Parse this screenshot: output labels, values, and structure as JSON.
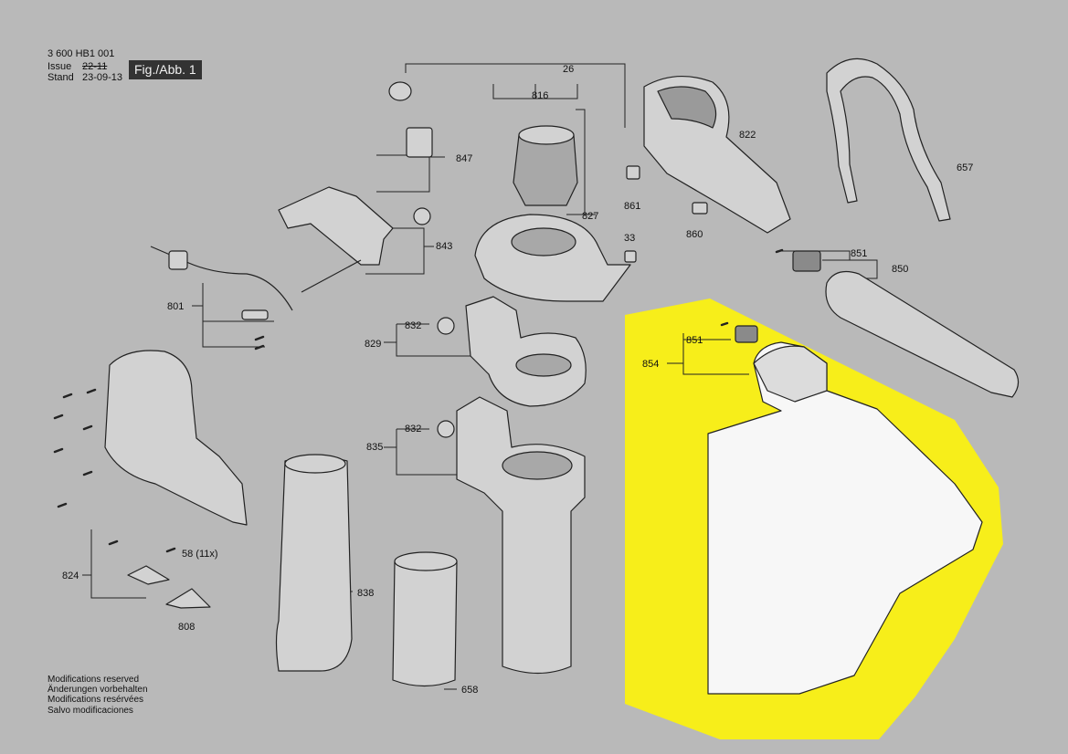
{
  "header": {
    "doc_number": "3 600 HB1 001",
    "issue_label": "Issue",
    "issue_value": "22-11",
    "stand_label": "Stand",
    "stand_value": "23-09-13",
    "figure_label": "Fig./Abb. 1"
  },
  "footer": {
    "lines": [
      "Modifications reserved",
      "Änderungen vorbehalten",
      "Modifications resérvées",
      "Salvo modificaciones"
    ]
  },
  "part_labels": {
    "p26": "26",
    "p816": "816",
    "p822": "822",
    "p657": "657",
    "p847": "847",
    "p861": "861",
    "p827": "827",
    "p860": "860",
    "p843": "843",
    "p33": "33",
    "p851a": "851",
    "p850": "850",
    "p801": "801",
    "p832a": "832",
    "p829": "829",
    "p851b": "851",
    "p854": "854",
    "p832b": "832",
    "p835": "835",
    "p58": "58 (11x)",
    "p824": "824",
    "p838": "838",
    "p808": "808",
    "p658": "658"
  },
  "colors": {
    "background": "#b9b9b9",
    "highlight": "#f7ee1a",
    "line": "#222222",
    "part_fill": "#d2d2d2",
    "part_dark": "#6e6e6e"
  }
}
